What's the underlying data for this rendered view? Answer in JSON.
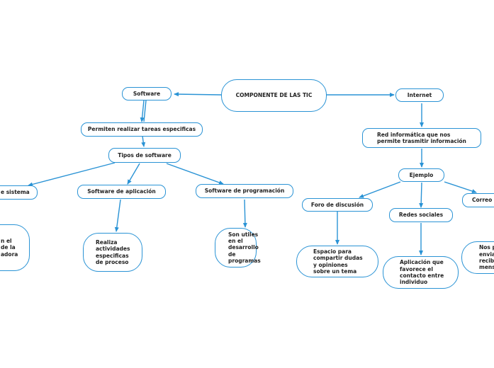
{
  "colors": {
    "line": "#2a93d5",
    "border": "#2a93d5",
    "text": "#222222",
    "background": "#ffffff"
  },
  "nodes": {
    "root": "COMPONENTE DE LAS TIC",
    "software": "Software",
    "internet": "Internet",
    "permiten": "Permiten realizar tareas especificas",
    "tipos": "Tipos de software",
    "sistema": "e sistema",
    "aplicacion": "Software de aplicación",
    "programacion": "Software de programación",
    "sistema_desc": [
      "n el",
      "de la",
      "adora"
    ],
    "aplicacion_desc": [
      "Realiza",
      "actividades",
      "especificas",
      "de proceso"
    ],
    "programacion_desc": [
      "Son utiles",
      "en el",
      "desarrollo",
      "de",
      "programas"
    ],
    "red": [
      "Red informática que nos",
      "permite trasmitir información"
    ],
    "ejemplo": "Ejemplo",
    "foro": "Foro de discusión",
    "redes": "Redes sociales",
    "correo": "Correo e",
    "foro_desc": [
      "Espacio para",
      "compartir dudas",
      "y opiniones",
      "sobre un tema"
    ],
    "redes_desc": [
      "Aplicación que",
      "favorece el",
      "contacto entre",
      "individuo"
    ],
    "correo_desc": [
      "Nos p",
      "envia",
      "recibi",
      "mens"
    ]
  }
}
